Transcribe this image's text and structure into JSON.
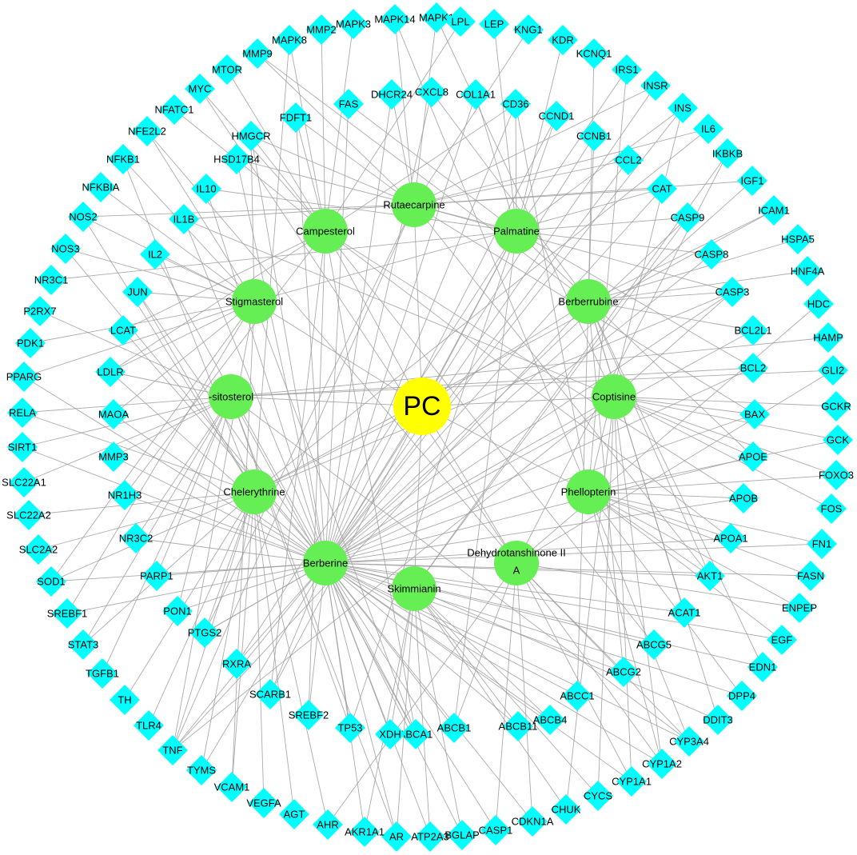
{
  "center": {
    "label": "PC",
    "color": "#ffff00"
  },
  "compounds": [
    {
      "id": "rutaecarpine",
      "label": "Rutaecarpine"
    },
    {
      "id": "palmatine",
      "label": "Palmatine"
    },
    {
      "id": "campesterol",
      "label": "Campesterol"
    },
    {
      "id": "stigmasterol",
      "label": "Stigmasterol"
    },
    {
      "id": "berberrubine",
      "label": "Berberrubine"
    },
    {
      "id": "sitosterol",
      "label": "-sitosterol"
    },
    {
      "id": "coptisine",
      "label": "Coptisine"
    },
    {
      "id": "chelerythrine",
      "label": "Chelerythrine"
    },
    {
      "id": "phellopterin",
      "label": "Phellopterin"
    },
    {
      "id": "berberine",
      "label": "Berberine"
    },
    {
      "id": "dehydrotanshinone",
      "label": "Dehydrotanshinone II",
      "label2": "A"
    },
    {
      "id": "skimmianin",
      "label": "Skimmianin"
    }
  ],
  "compound_color": "#66ee55",
  "target_color": "#00ffff",
  "edge_color": "#9d9d9d",
  "targets": [
    "MAPK1",
    "LPL",
    "LEP",
    "KNG1",
    "KDR",
    "KCNQ1",
    "IRS1",
    "INSR",
    "INS",
    "IL6",
    "IKBKB",
    "IGF1",
    "ICAM1",
    "HSPA5",
    "HNF4A",
    "HDC",
    "HAMP",
    "GLI2",
    "GCKR",
    "GCK",
    "FOXO3",
    "FOS",
    "FN1",
    "FASN",
    "ENPEP",
    "EGF",
    "EDN1",
    "DPP4",
    "DDIT3",
    "CYP3A4",
    "CYP1A2",
    "CYP1A1",
    "CYCS",
    "CHUK",
    "CDKN1A",
    "CASP1",
    "BGLAP",
    "ATP2A3",
    "AR",
    "AKR1A1",
    "AHR",
    "AGT",
    "VEGFA",
    "VCAM1",
    "TYMS",
    "TNF",
    "TLR4",
    "TH",
    "TGFB1",
    "STAT3",
    "SREBF1",
    "SOD1",
    "SLC2A2",
    "SLC22A2",
    "SLC22A1",
    "SIRT1",
    "RELA",
    "PPARG",
    "PDK1",
    "P2RX7",
    "NR3C1",
    "NOS3",
    "NOS2",
    "NFKBIA",
    "NFKB1",
    "NFE2L2",
    "NFATC1",
    "MYC",
    "MTOR",
    "MMP9",
    "MAPK8",
    "MMP2",
    "MAPK3",
    "MAPK14",
    "DHCR24",
    "CXCL8",
    "COL1A1",
    "CD36",
    "CCND1",
    "CCNB1",
    "CCL2",
    "CAT",
    "CASP9",
    "CASP8",
    "CASP3",
    "BCL2L1",
    "BCL2",
    "BAX",
    "APOE",
    "APOB",
    "APOA1",
    "AKT1",
    "ACAT1",
    "ABCG5",
    "ABCG2",
    "ABCC1",
    "ABCB4",
    "ABCB11",
    "ABCB1",
    "ABCA1",
    "XDH",
    "TP53",
    "SREBF2",
    "SCARB1",
    "RXRA",
    "PTGS2",
    "PON1",
    "PARP1",
    "NR3C2",
    "NR1H3",
    "MMP3",
    "MAOA",
    "LDLR",
    "LCAT",
    "JUN",
    "IL2",
    "IL1B",
    "IL10",
    "HSD17B4",
    "HMGCR",
    "FDFT1",
    "FAS"
  ]
}
